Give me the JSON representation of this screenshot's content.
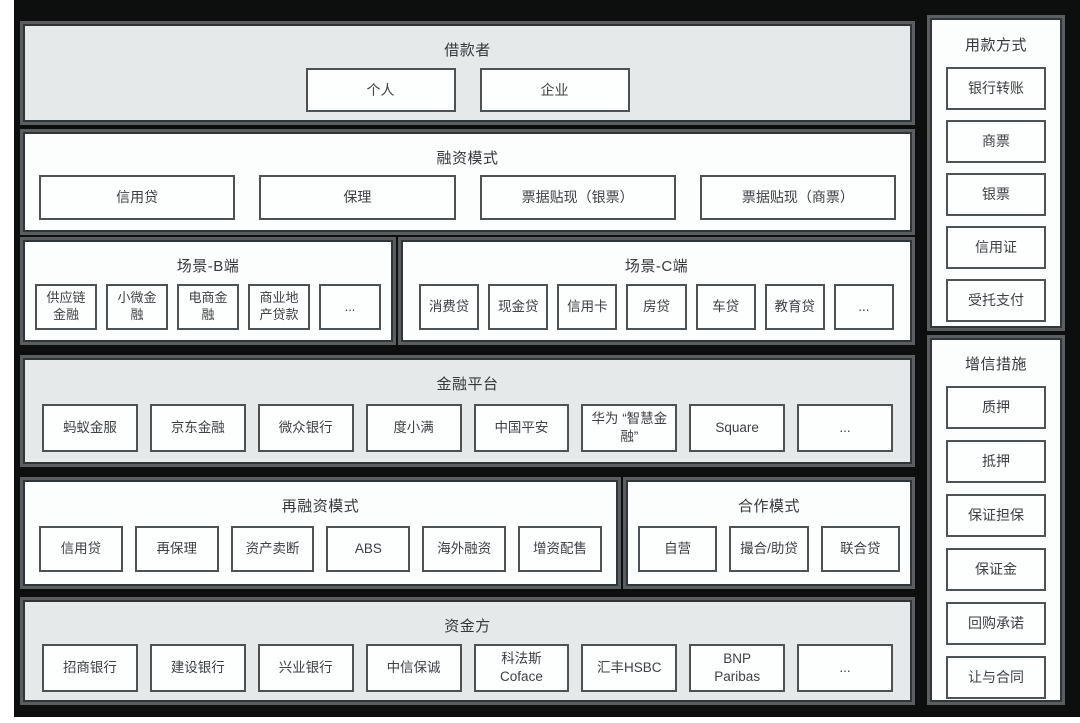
{
  "colors": {
    "frame_background": "#0d0e0e",
    "band_gray": "#e6e9ea",
    "band_white": "#fcfdfd",
    "border_dark": "#303537",
    "halo_gray": "#5a5e60"
  },
  "bands": {
    "borrower": {
      "title": "借款者",
      "items": [
        "个人",
        "企业"
      ]
    },
    "financing": {
      "title": "融资模式",
      "items": [
        "信用贷",
        "保理",
        "票据贴现（银票）",
        "票据贴现（商票）"
      ]
    },
    "scene_b": {
      "title": "场景-B端",
      "items": [
        "供应链金融",
        "小微金融",
        "电商金融",
        "商业地产贷款",
        "..."
      ]
    },
    "scene_c": {
      "title": "场景-C端",
      "items": [
        "消费贷",
        "现金贷",
        "信用卡",
        "房贷",
        "车贷",
        "教育贷",
        "..."
      ]
    },
    "platform": {
      "title": "金融平台",
      "items": [
        "蚂蚁金服",
        "京东金融",
        "微众银行",
        "度小满",
        "中国平安",
        "华为 “智慧金融”",
        "Square",
        "..."
      ]
    },
    "refinance": {
      "title": "再融资模式",
      "items": [
        "信用贷",
        "再保理",
        "资产卖断",
        "ABS",
        "海外融资",
        "增资配售"
      ]
    },
    "cooperation": {
      "title": "合作模式",
      "items": [
        "自营",
        "撮合/助贷",
        "联合贷"
      ]
    },
    "funder": {
      "title": "资金方",
      "items": [
        "招商银行",
        "建设银行",
        "兴业银行",
        "中信保诚",
        "科法斯\nCoface",
        "汇丰HSBC",
        "BNP\nParibas",
        "..."
      ]
    }
  },
  "sidebar": {
    "payment": {
      "title": "用款方式",
      "items": [
        "银行转账",
        "商票",
        "银票",
        "信用证",
        "受托支付"
      ]
    },
    "credit": {
      "title": "增信措施",
      "items": [
        "质押",
        "抵押",
        "保证担保",
        "保证金",
        "回购承诺",
        "让与合同"
      ]
    }
  }
}
